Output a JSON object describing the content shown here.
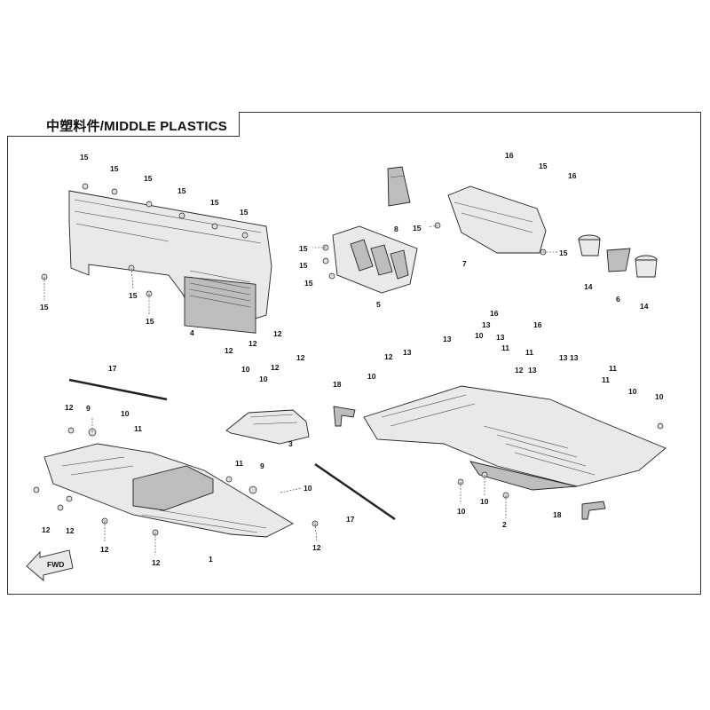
{
  "header": {
    "title": "中塑料件/MIDDLE PLASTICS"
  },
  "fwd_label": "FWD",
  "callouts": [
    {
      "label": "15"
    },
    {
      "label": "15"
    },
    {
      "label": "15"
    },
    {
      "label": "15"
    },
    {
      "label": "15"
    },
    {
      "label": "15"
    },
    {
      "label": "15"
    },
    {
      "label": "15"
    },
    {
      "label": "15"
    },
    {
      "label": "4"
    },
    {
      "label": "8"
    },
    {
      "label": "15"
    },
    {
      "label": "15"
    },
    {
      "label": "15"
    },
    {
      "label": "5"
    },
    {
      "label": "16"
    },
    {
      "label": "15"
    },
    {
      "label": "16"
    },
    {
      "label": "15"
    },
    {
      "label": "7"
    },
    {
      "label": "15"
    },
    {
      "label": "16"
    },
    {
      "label": "16"
    },
    {
      "label": "14"
    },
    {
      "label": "6"
    },
    {
      "label": "14"
    },
    {
      "label": "17"
    },
    {
      "label": "12"
    },
    {
      "label": "9"
    },
    {
      "label": "10"
    },
    {
      "label": "11"
    },
    {
      "label": "12"
    },
    {
      "label": "12"
    },
    {
      "label": "12"
    },
    {
      "label": "12"
    },
    {
      "label": "1"
    },
    {
      "label": "11"
    },
    {
      "label": "9"
    },
    {
      "label": "10"
    },
    {
      "label": "12"
    },
    {
      "label": "17"
    },
    {
      "label": "12"
    },
    {
      "label": "12"
    },
    {
      "label": "10"
    },
    {
      "label": "10"
    },
    {
      "label": "12"
    },
    {
      "label": "12"
    },
    {
      "label": "12"
    },
    {
      "label": "3"
    },
    {
      "label": "18"
    },
    {
      "label": "10"
    },
    {
      "label": "12"
    },
    {
      "label": "13"
    },
    {
      "label": "13"
    },
    {
      "label": "10"
    },
    {
      "label": "13"
    },
    {
      "label": "13"
    },
    {
      "label": "11"
    },
    {
      "label": "12"
    },
    {
      "label": "11"
    },
    {
      "label": "13"
    },
    {
      "label": "13"
    },
    {
      "label": "13"
    },
    {
      "label": "11"
    },
    {
      "label": "11"
    },
    {
      "label": "10"
    },
    {
      "label": "10"
    },
    {
      "label": "10"
    },
    {
      "label": "10"
    },
    {
      "label": "2"
    },
    {
      "label": "18"
    }
  ]
}
